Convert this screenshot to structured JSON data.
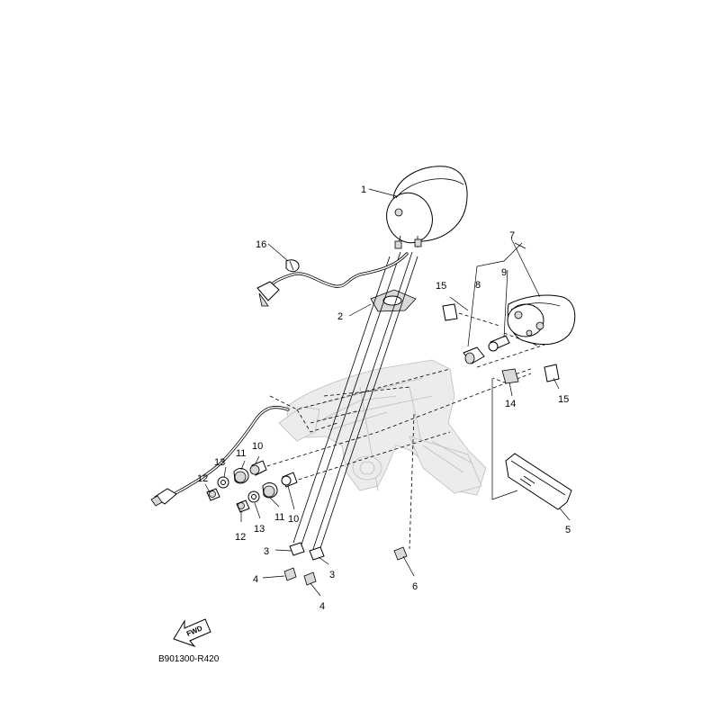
{
  "diagram": {
    "code": "B901300-R420",
    "direction_label": "FWD",
    "callouts": [
      {
        "id": "c1",
        "text": "1"
      },
      {
        "id": "c2",
        "text": "2"
      },
      {
        "id": "c3a",
        "text": "3"
      },
      {
        "id": "c3b",
        "text": "3"
      },
      {
        "id": "c4a",
        "text": "4"
      },
      {
        "id": "c4b",
        "text": "4"
      },
      {
        "id": "c5",
        "text": "5"
      },
      {
        "id": "c6",
        "text": "6"
      },
      {
        "id": "c7",
        "text": "7"
      },
      {
        "id": "c8",
        "text": "8"
      },
      {
        "id": "c9",
        "text": "9"
      },
      {
        "id": "c10a",
        "text": "10"
      },
      {
        "id": "c10b",
        "text": "10"
      },
      {
        "id": "c11a",
        "text": "11"
      },
      {
        "id": "c11b",
        "text": "11"
      },
      {
        "id": "c12a",
        "text": "12"
      },
      {
        "id": "c12b",
        "text": "12"
      },
      {
        "id": "c13a",
        "text": "13"
      },
      {
        "id": "c13b",
        "text": "13"
      },
      {
        "id": "c14",
        "text": "14"
      },
      {
        "id": "c15a",
        "text": "15"
      },
      {
        "id": "c15b",
        "text": "15"
      },
      {
        "id": "c16",
        "text": "16"
      }
    ]
  }
}
